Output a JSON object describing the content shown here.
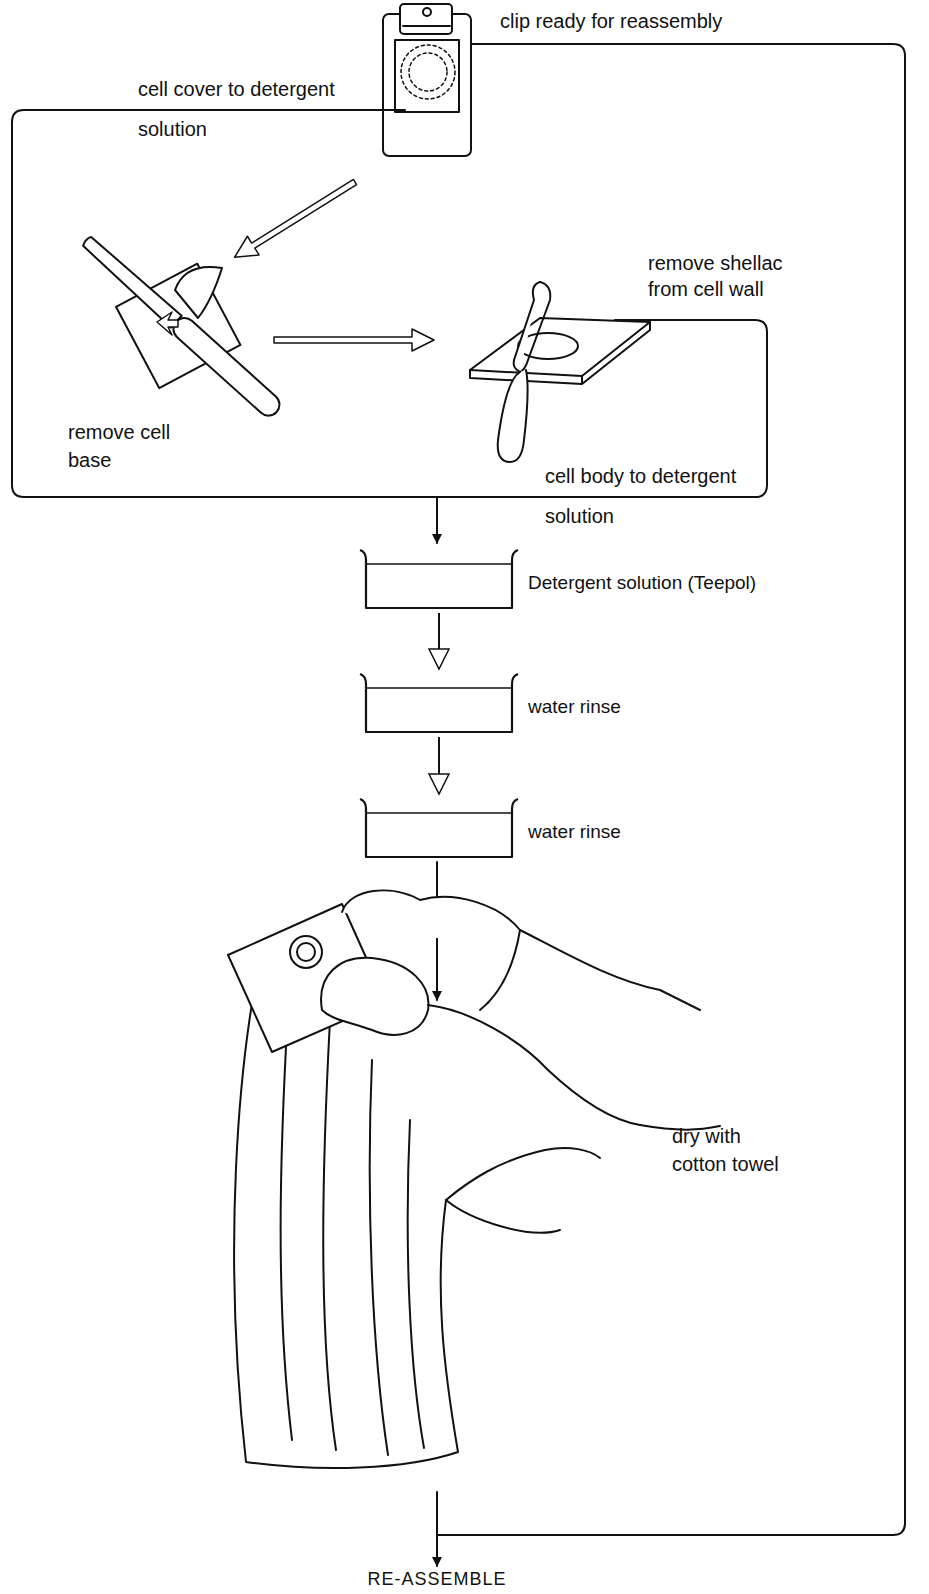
{
  "diagram": {
    "nodes": [
      {
        "text": [
          "Detergent solution (Teepol)"
        ]
      },
      {
        "text": [
          "water rinse"
        ]
      },
      {
        "text": [
          "water rinse"
        ]
      }
    ],
    "edges": [
      {
        "from": 0,
        "to": 1,
        "arrow": "to"
      },
      {
        "from": 1,
        "to": 2,
        "arrow": "to"
      }
    ],
    "labels": [
      "clip ready for reassembly",
      "cell cover to detergent solution",
      "remove shellac from cell wall",
      "remove cell base",
      "cell body to detergent solution",
      "dry with cotton towel",
      "RE-ASSEMBLE"
    ]
  }
}
